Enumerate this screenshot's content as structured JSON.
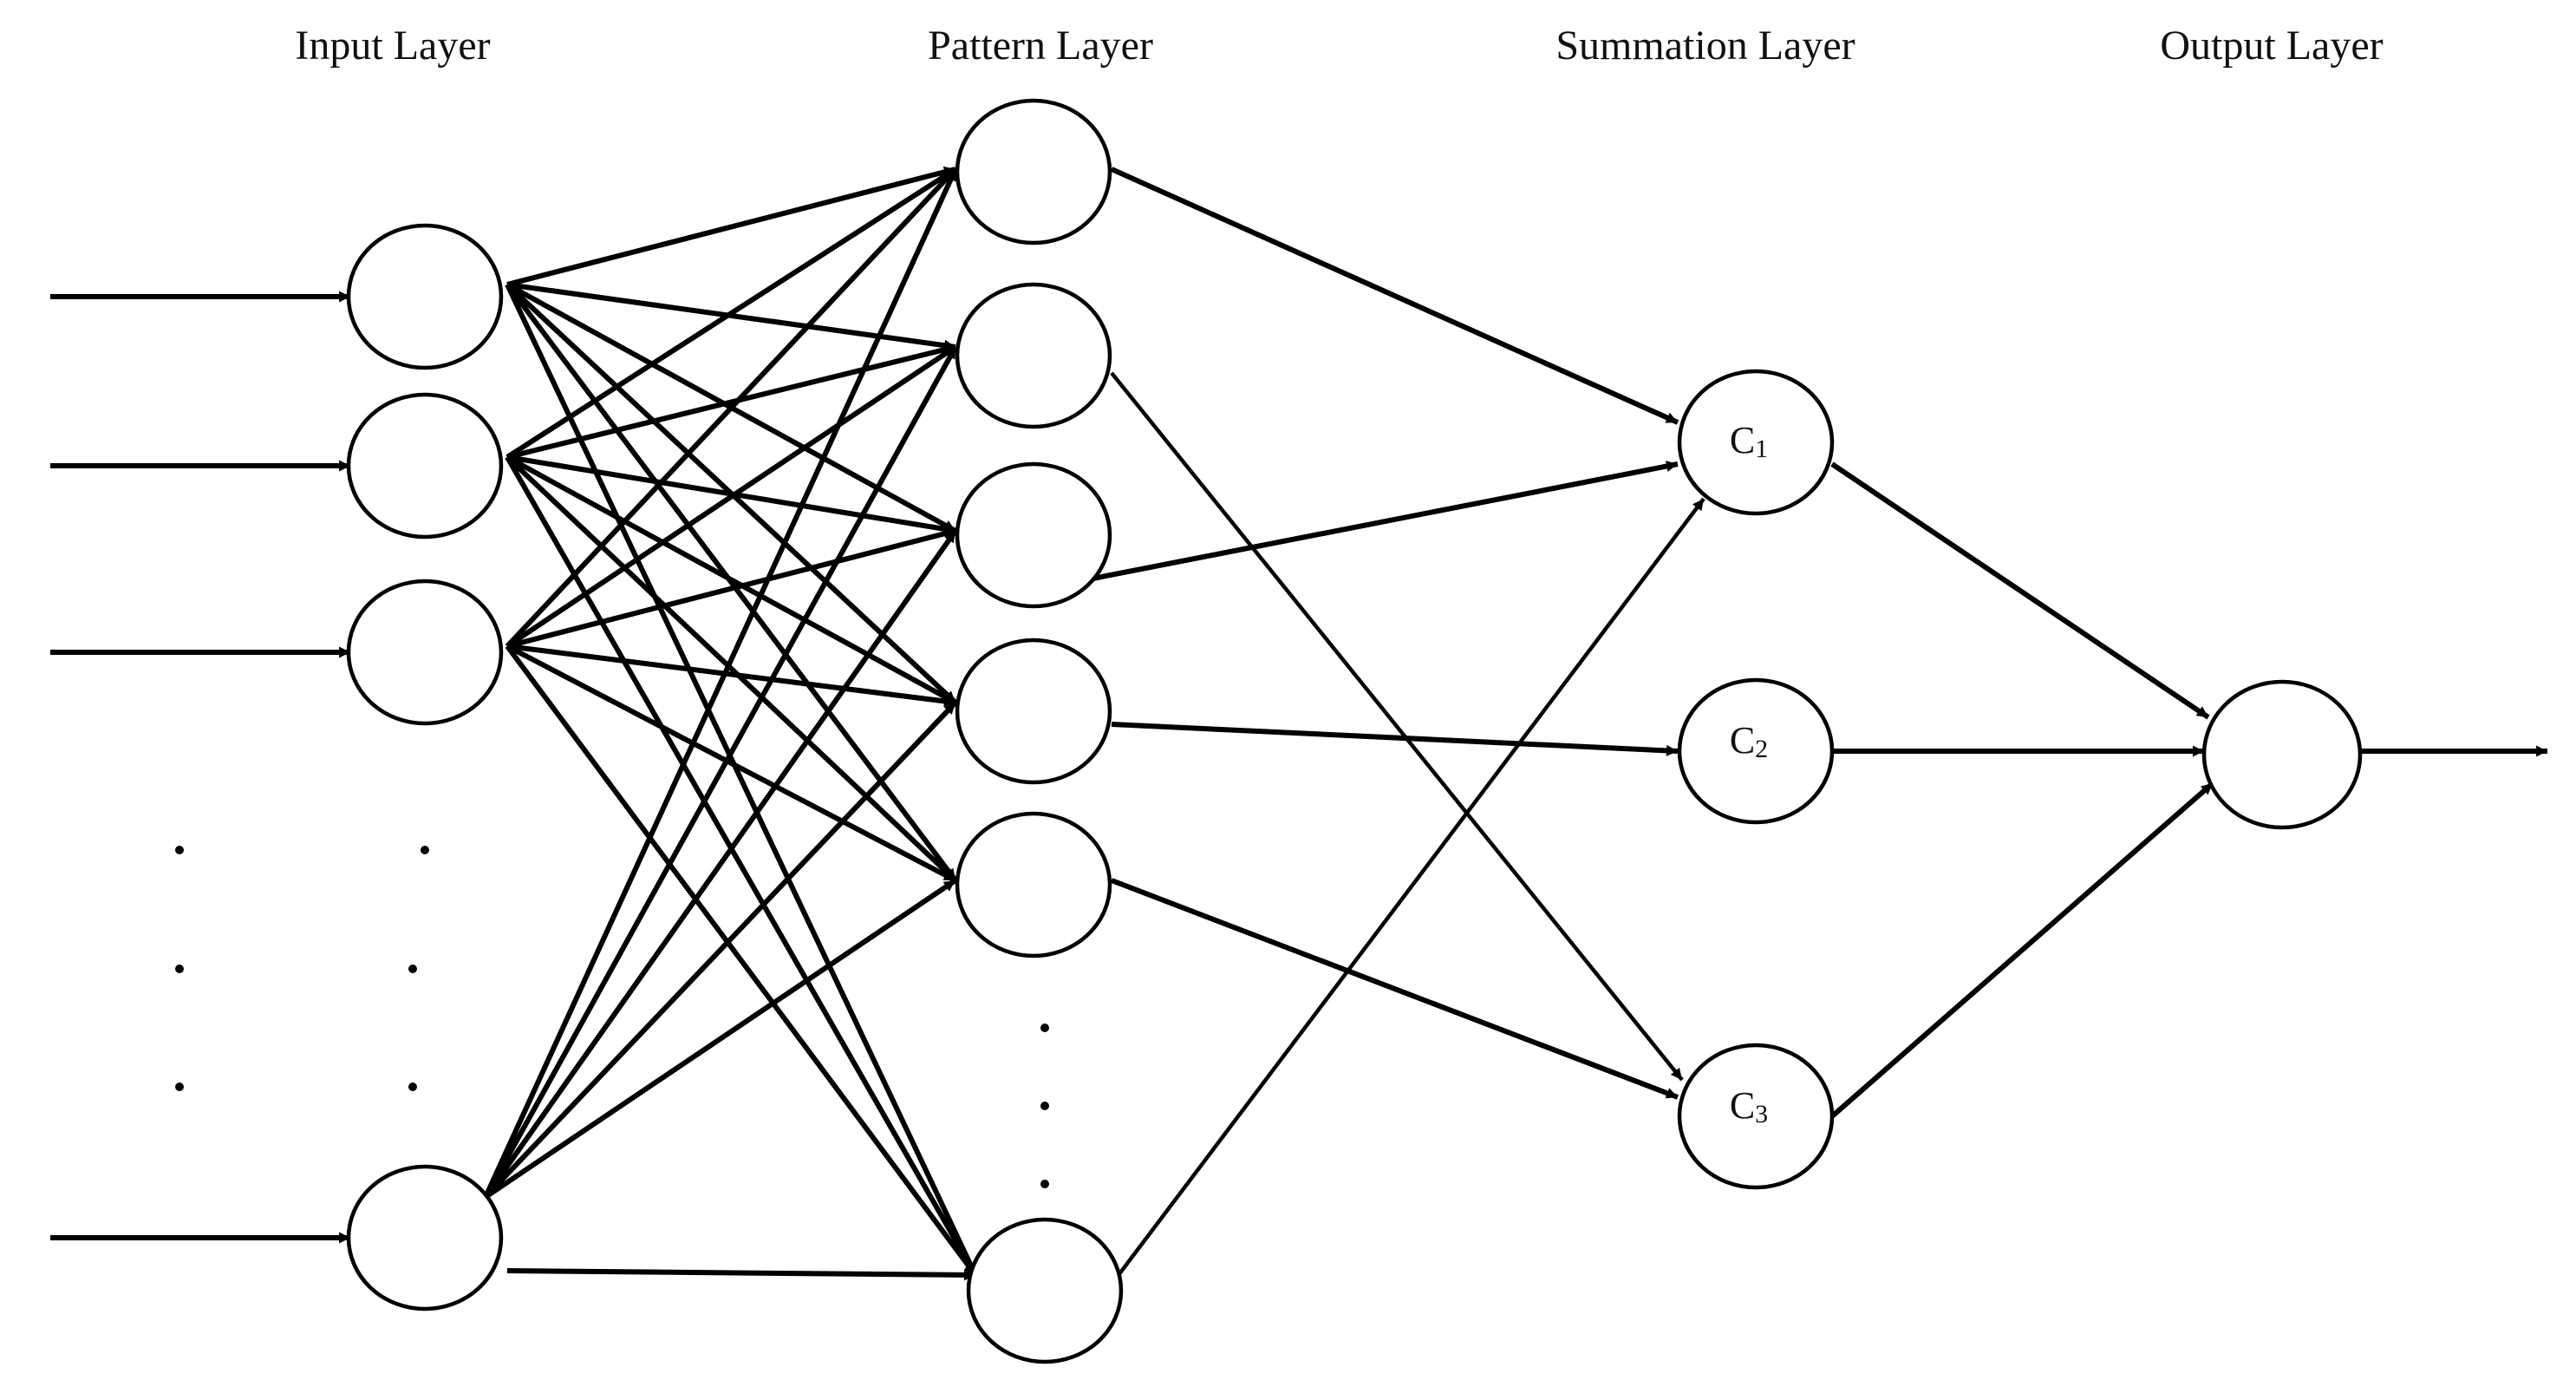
{
  "layers": {
    "input": {
      "title": "Input Layer"
    },
    "pattern": {
      "title": "Pattern Layer"
    },
    "summation": {
      "title": "Summation Layer",
      "nodes": [
        {
          "letter": "C",
          "sub": "1"
        },
        {
          "letter": "C",
          "sub": "2"
        },
        {
          "letter": "C",
          "sub": "3"
        }
      ]
    },
    "output": {
      "title": "Output Layer"
    }
  },
  "colors": {
    "stroke": "#000000",
    "background": "#ffffff"
  }
}
